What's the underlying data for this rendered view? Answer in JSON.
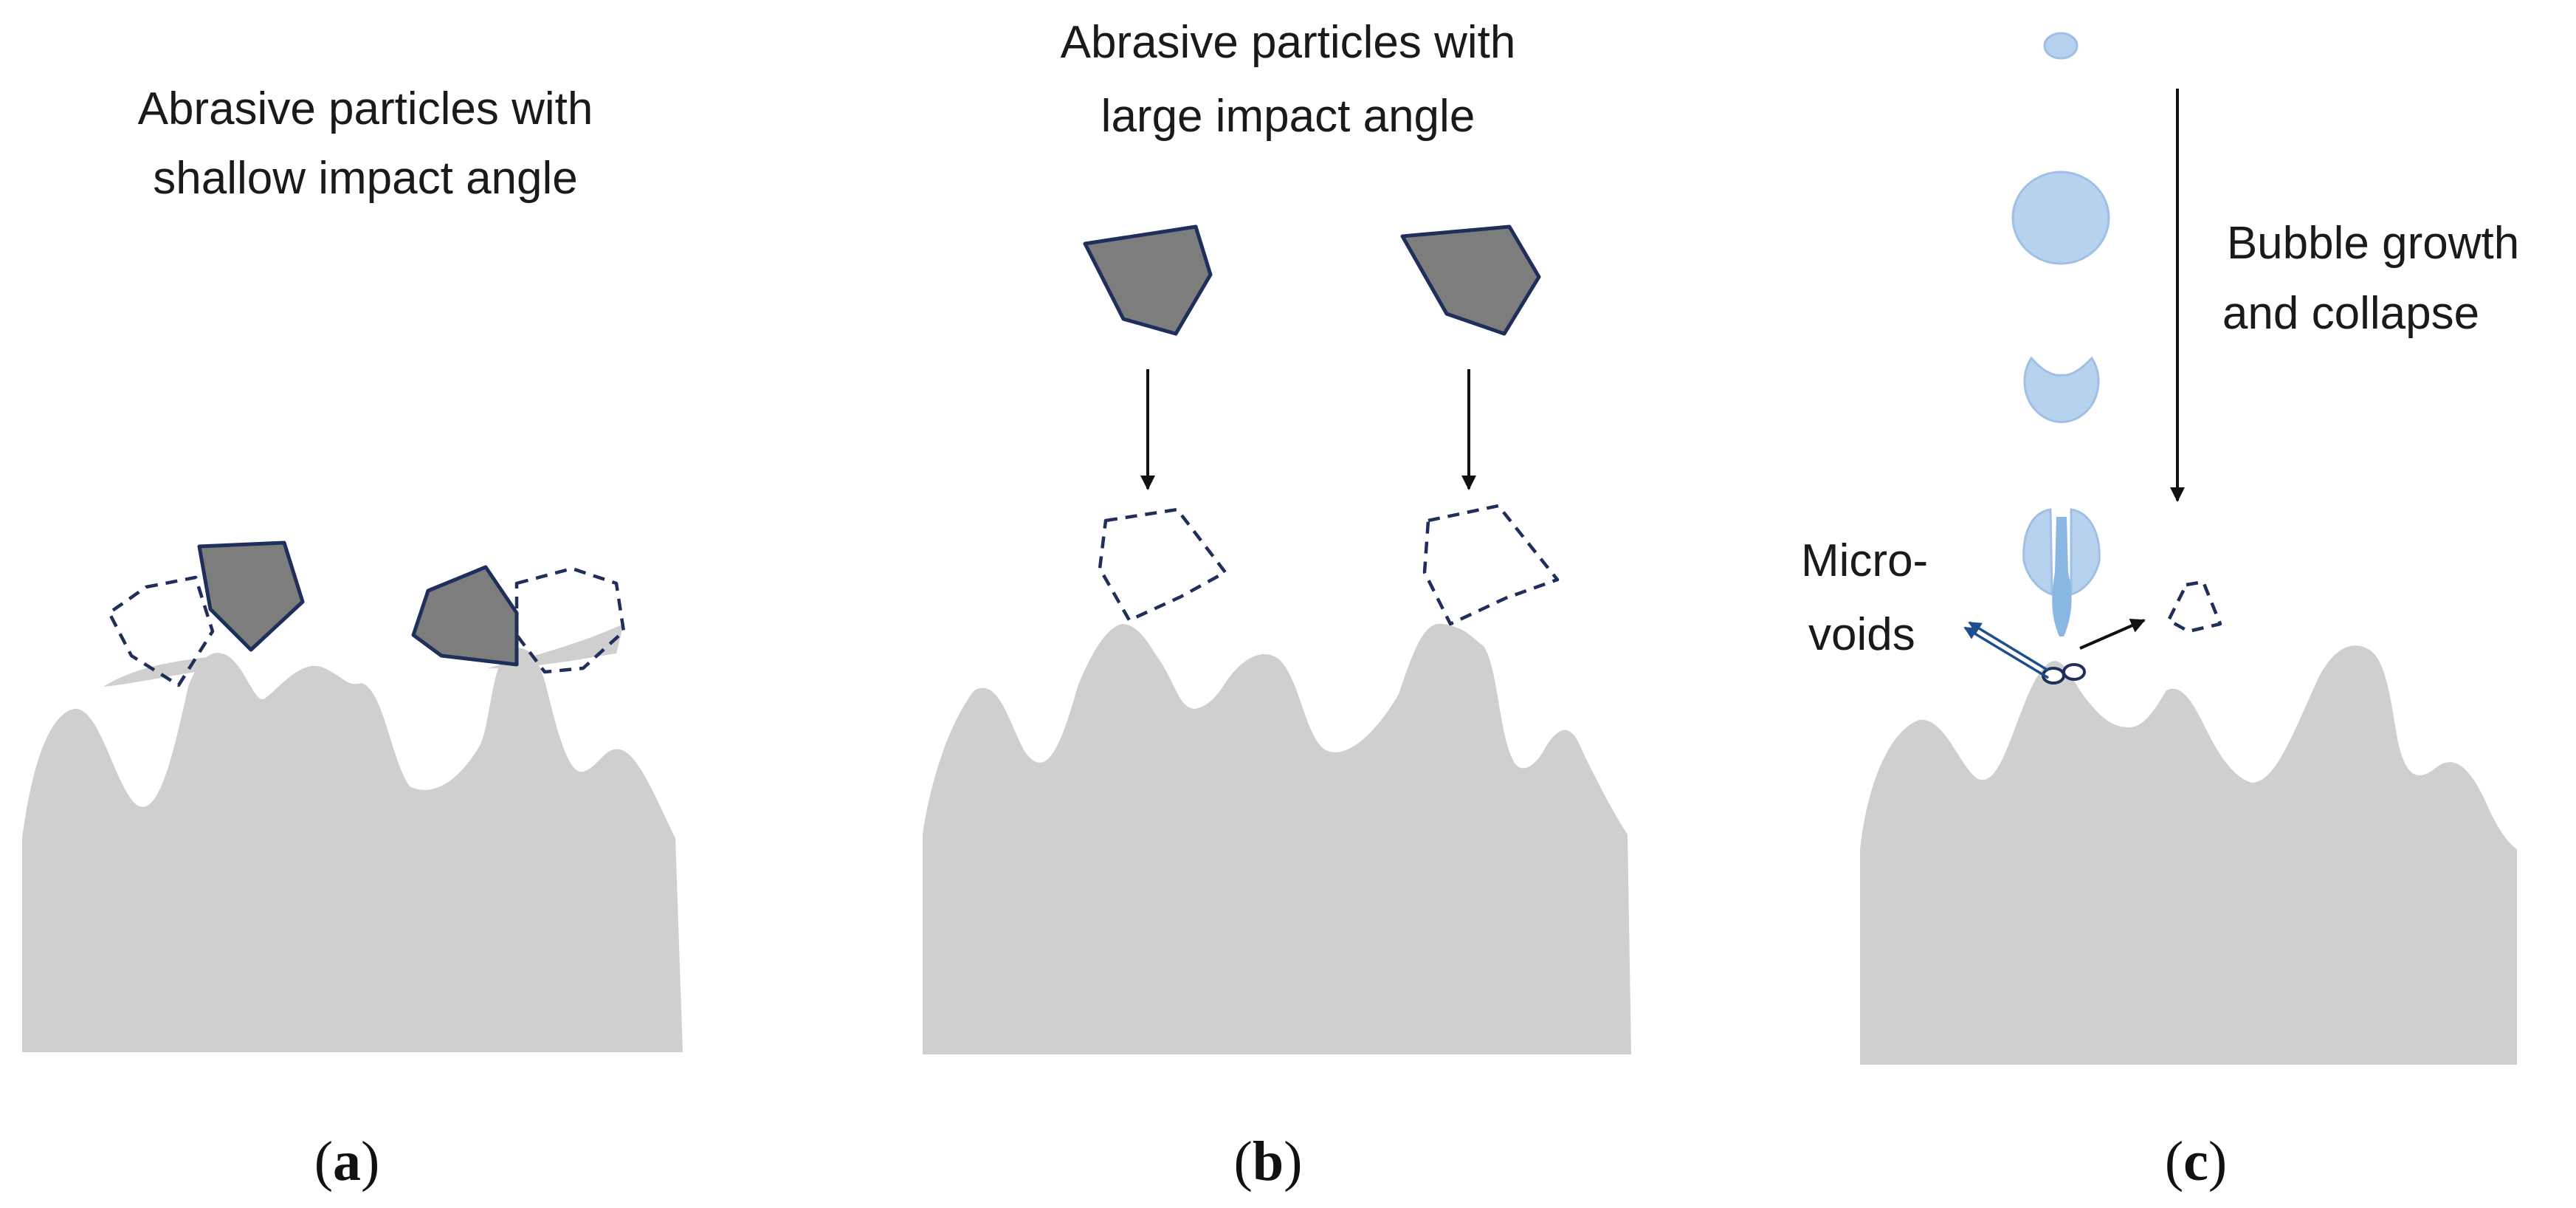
{
  "panels": [
    {
      "id": "a",
      "label_lines": [
        "Abrasive particles with",
        "shallow impact angle"
      ],
      "caption_open": "(",
      "caption_letter": "a",
      "caption_close": ")"
    },
    {
      "id": "b",
      "label_lines": [
        "Abrasive particles with",
        "large impact angle"
      ],
      "caption_open": "(",
      "caption_letter": "b",
      "caption_close": ")"
    },
    {
      "id": "c",
      "label_lines": [
        "Bubble growth",
        "and collapse"
      ],
      "micro_voids_lines": [
        "Micro-",
        "voids"
      ],
      "caption_open": "(",
      "caption_letter": "c",
      "caption_close": ")"
    }
  ],
  "colors": {
    "surface": "#cfcfcf",
    "particle_fill": "#7d7d7d",
    "particle_outline": "#1f2e5a",
    "bubble": "#b7d2ee",
    "jet": "#8ab7e4"
  }
}
